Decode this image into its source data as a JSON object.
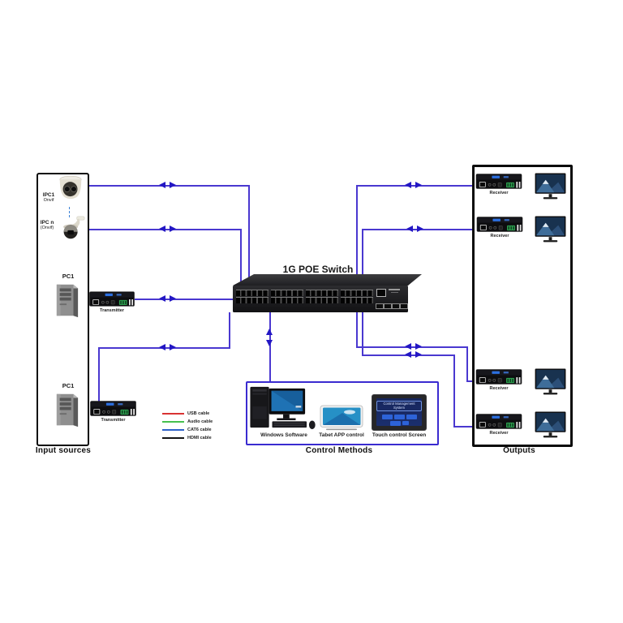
{
  "switch": {
    "title": "1G POE Switch"
  },
  "input_box": {
    "caption": "Input sources",
    "ipc1": {
      "name": "IPC1",
      "protocol": "Onvif"
    },
    "ipcn": {
      "name": "IPC n",
      "protocol": "(Onvif)"
    },
    "pc_top": {
      "name": "PC1"
    },
    "pc_bottom": {
      "name": "PC1"
    }
  },
  "transmitters": {
    "top": "Transmitter",
    "bottom": "Transmitter"
  },
  "outputs_box": {
    "caption": "Outputs",
    "receiver1": "Receiver",
    "receiver2": "Receiver",
    "receiver3": "Receiver",
    "receiver4": "Receiver"
  },
  "control_box": {
    "caption": "Control Methods",
    "windows": "Windows Software",
    "tablet": "Tabet APP control",
    "touch": "Touch control Screen",
    "touch_screen_title": "Control Management System"
  },
  "legend": {
    "items": [
      {
        "label": "USB cable",
        "color": "#d93232"
      },
      {
        "label": "Audio cable",
        "color": "#46c14e"
      },
      {
        "label": "CAT6 cable",
        "color": "#2e62c9"
      },
      {
        "label": "HDMI cable",
        "color": "#141414"
      }
    ]
  },
  "colors": {
    "cable": "#4a38d0",
    "arrow": "#2317c4",
    "control_border": "#3a2bd0"
  }
}
